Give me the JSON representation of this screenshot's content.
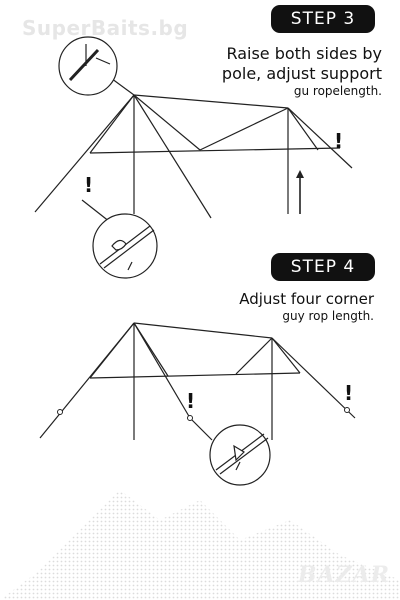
{
  "watermark": {
    "text": "SuperBaits.bg"
  },
  "step3": {
    "badge": "STEP 3",
    "caption_line1": "Raise both sides by",
    "caption_line2": "pole, adjust support",
    "caption_line3": "gu ropelength.",
    "alert1": "!",
    "alert2": "!"
  },
  "step4": {
    "badge": "STEP 4",
    "caption_line1": "Adjust four corner",
    "caption_line2": "guy rop length.",
    "alert1": "!",
    "alert2": "!"
  },
  "logo": {
    "text": "BAZAR"
  },
  "colors": {
    "line": "#222222",
    "badge_bg": "#111111",
    "badge_text": "#ffffff"
  }
}
